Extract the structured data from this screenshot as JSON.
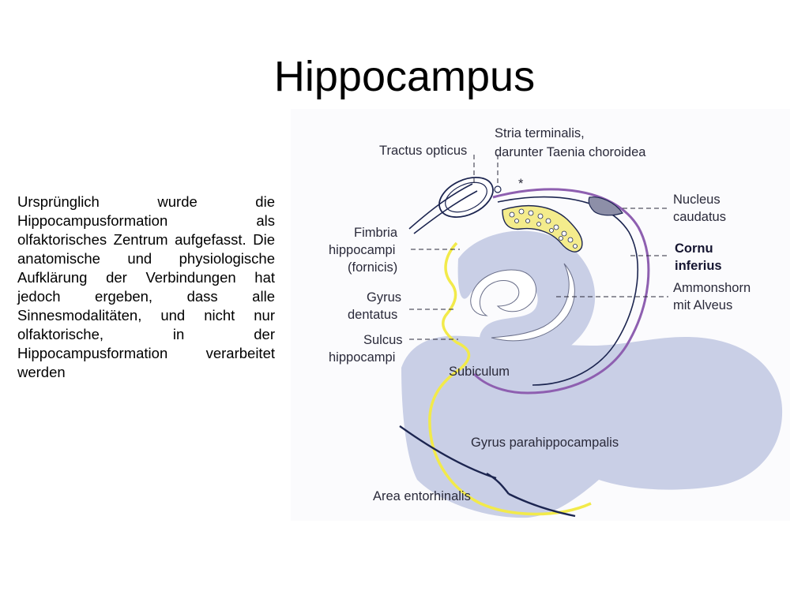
{
  "title": "Hippocampus",
  "body_text": "Ursprünglich wurde die Hippocampusformation als olfaktorisches Zentrum aufgefasst. Die anatomische und physiologische Aufklärung der Verbindungen hat jedoch ergeben, dass alle Sinnesmodalitäten, und nicht nur olfaktorische, in der Hippocampusformation verarbeitet werden",
  "diagram": {
    "labels": {
      "tractus_opticus": "Tractus opticus",
      "stria_line1": "Stria terminalis,",
      "stria_line2": "darunter Taenia choroidea",
      "asterisk": "*",
      "nucleus_line1": "Nucleus",
      "nucleus_line2": "caudatus",
      "fimbria_line1": "Fimbria",
      "fimbria_line2": "hippocampi",
      "fimbria_line3": "(fornicis)",
      "cornu_line1": "Cornu",
      "cornu_line2": "inferius",
      "ammon_line1": "Ammonshorn",
      "ammon_line2": "mit Alveus",
      "gyrus_dentatus_line1": "Gyrus",
      "gyrus_dentatus_line2": "dentatus",
      "sulcus_line1": "Sulcus",
      "sulcus_line2": "hippocampi",
      "subiculum": "Subiculum",
      "parahippocampalis": "Gyrus parahippocampalis",
      "entorhinalis": "Area entorhinalis"
    },
    "colors": {
      "tissue": "#c9cfe6",
      "outline": "#1c2550",
      "yellow": "#f2ea4a",
      "purple": "#8e5fb0",
      "dots": "#f4ec8c",
      "caudate": "#8d8fa8"
    }
  }
}
